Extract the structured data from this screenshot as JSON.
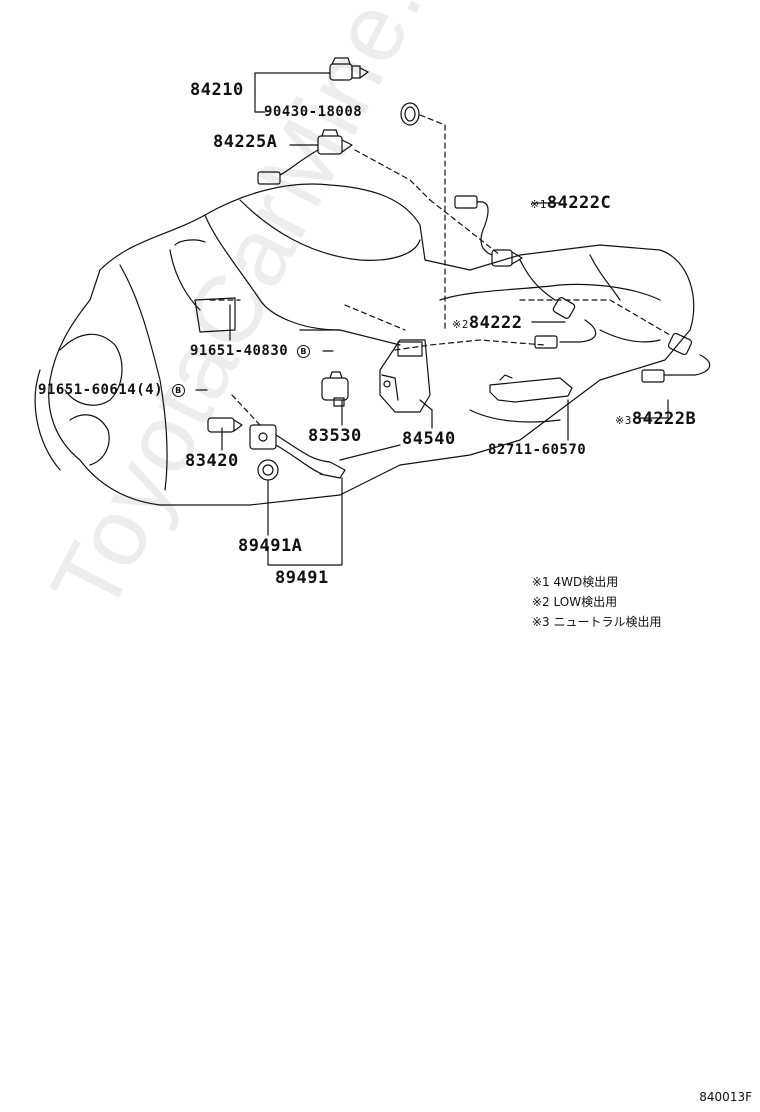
{
  "watermark": "ToyotaCarMine.ru",
  "diagram_code": "840013F",
  "bolt_marker": "B",
  "notes": [
    {
      "mark": "※1",
      "text": "4WD検出用"
    },
    {
      "mark": "※2",
      "text": "LOW検出用"
    },
    {
      "mark": "※3",
      "text": "ニュートラル検出用"
    }
  ],
  "parts": {
    "p84210": "84210",
    "p90430": "90430-18008",
    "p84225a": "84225A",
    "p84222c": "84222C",
    "p84222c_mark": "※1",
    "p84222": "84222",
    "p84222_mark": "※2",
    "p91651_40830": "91651-40830",
    "p91651_60614": "91651-60614(4)",
    "p83530": "83530",
    "p84540": "84540",
    "p84222b": "84222B",
    "p84222b_mark": "※3",
    "p83420": "83420",
    "p82711": "82711-60570",
    "p89491a": "89491A",
    "p89491": "89491"
  }
}
